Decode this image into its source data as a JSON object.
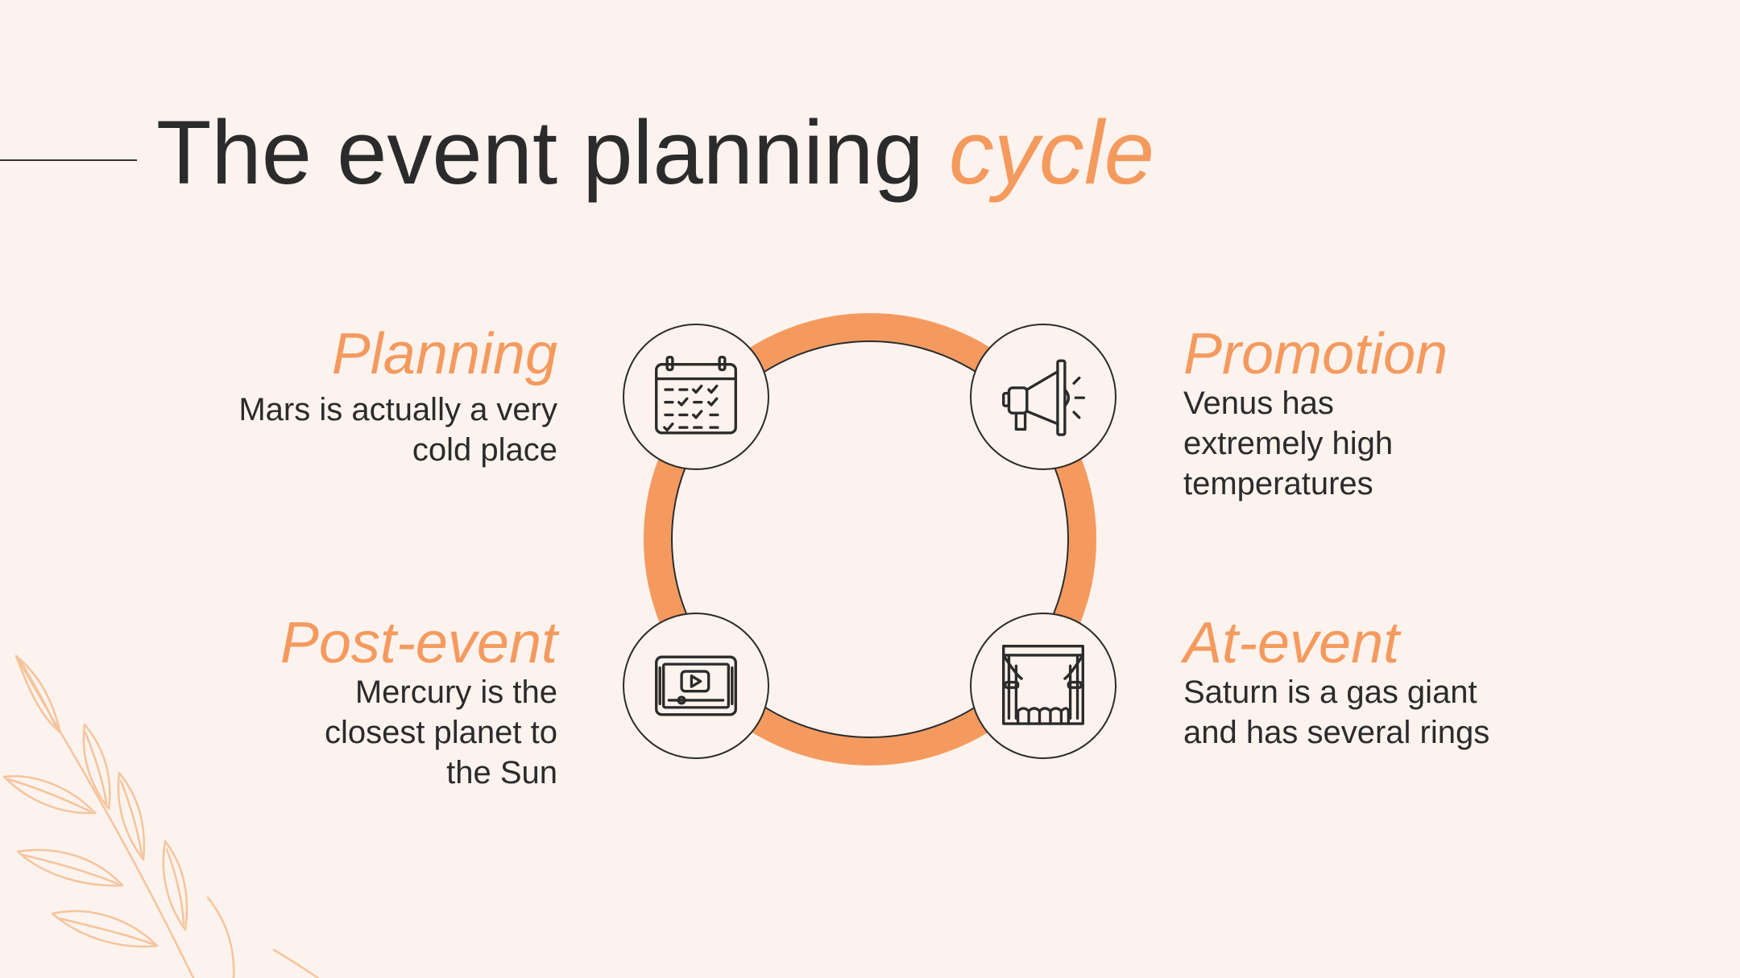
{
  "title": {
    "main": "The event planning",
    "accent": "cycle"
  },
  "colors": {
    "accent": "#f59a5e",
    "text": "#2b2b2b",
    "background": "#fdf3ee",
    "leaf": "#f5c49c"
  },
  "stages": {
    "planning": {
      "heading": "Planning",
      "text": "Mars is actually a very cold place",
      "icon": "calendar-icon"
    },
    "promotion": {
      "heading": "Promotion",
      "text": "Venus has extremely high temperatures",
      "icon": "megaphone-icon"
    },
    "post_event": {
      "heading": "Post-event",
      "text": "Mercury is the closest planet to the Sun",
      "icon": "video-player-icon"
    },
    "at_event": {
      "heading": "At-event",
      "text": "Saturn is a gas giant and has several rings",
      "icon": "stage-icon"
    }
  }
}
